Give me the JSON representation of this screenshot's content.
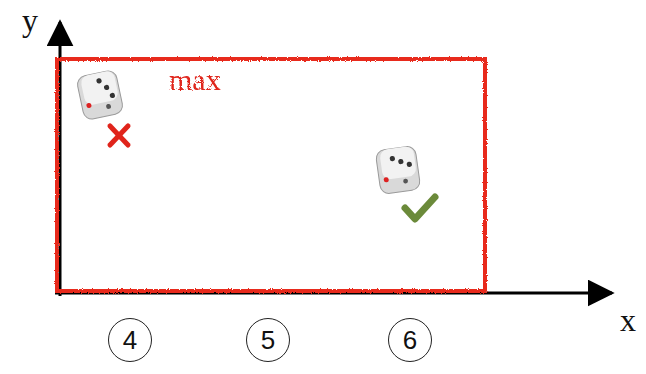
{
  "diagram": {
    "nodes": [
      {
        "text": [
          "max"
        ]
      },
      {
        "text": [
          "4"
        ]
      },
      {
        "text": [
          "5"
        ]
      },
      {
        "text": [
          "6"
        ]
      }
    ],
    "labels": [
      "y",
      "x"
    ]
  }
}
